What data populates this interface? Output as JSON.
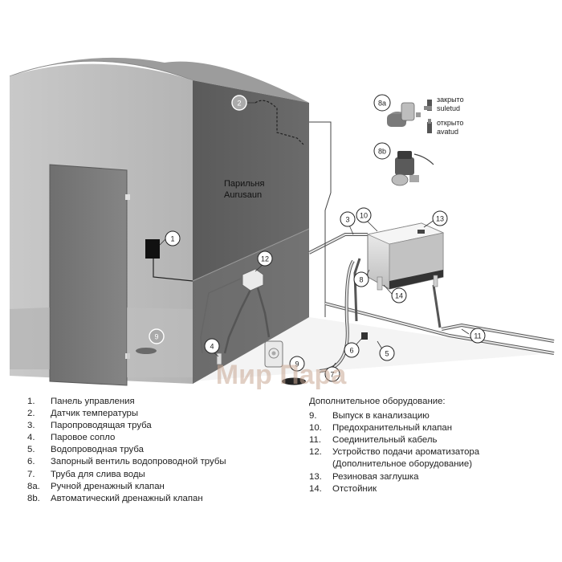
{
  "room": {
    "name_ru": "Парильня",
    "name_et": "Aurusaun"
  },
  "valve": {
    "closed_ru": "закрыто",
    "closed_et": "suletud",
    "open_ru": "открыто",
    "open_et": "avatud"
  },
  "markers": [
    "1",
    "2",
    "3",
    "4",
    "5",
    "6",
    "7",
    "8",
    "8a",
    "8b",
    "9",
    "9",
    "10",
    "11",
    "12",
    "13",
    "14"
  ],
  "watermark": "Мир Пара",
  "legend_left": [
    {
      "num": "1.",
      "text": "Панель управления"
    },
    {
      "num": "2.",
      "text": "Датчик температуры"
    },
    {
      "num": "3.",
      "text": "Паропроводящая труба"
    },
    {
      "num": "4.",
      "text": "Паровое сопло"
    },
    {
      "num": "5.",
      "text": "Водопроводная труба"
    },
    {
      "num": "6.",
      "text": "Запорный вентиль водопроводной трубы"
    },
    {
      "num": "7.",
      "text": "Труба для слива воды"
    },
    {
      "num": "8a.",
      "text": "Ручной дренажный клапан"
    },
    {
      "num": "8b.",
      "text": "Автоматический дренажный клапан"
    }
  ],
  "legend_right_header": "Дополнительное оборудование:",
  "legend_right": [
    {
      "num": "9.",
      "text": "Выпуск в канализацию"
    },
    {
      "num": "10.",
      "text": "Предохранительный клапан"
    },
    {
      "num": "11.",
      "text": "Соединительный кабель"
    },
    {
      "num": "12.",
      "text": "Устройство подачи ароматизатора"
    },
    {
      "num": "",
      "text": "(Дополнительное оборудование)"
    },
    {
      "num": "13.",
      "text": "Резиновая заглушка"
    },
    {
      "num": "14.",
      "text": "Отстойник"
    }
  ]
}
